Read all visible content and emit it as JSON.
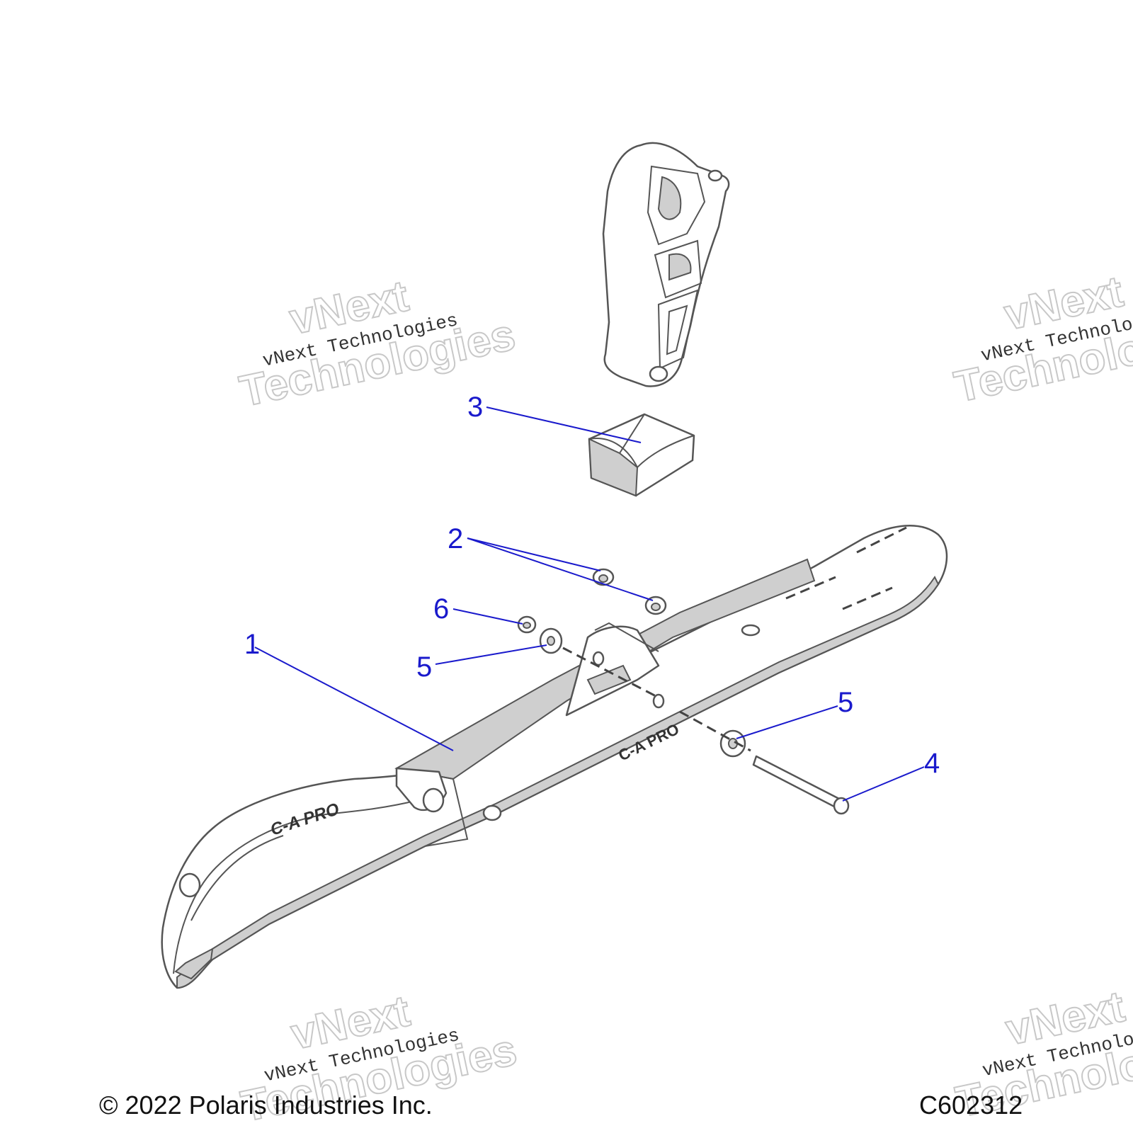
{
  "callouts": {
    "c1": "1",
    "c2": "2",
    "c3": "3",
    "c4": "4",
    "c5a": "5",
    "c5b": "5",
    "c6": "6"
  },
  "ski_label": "C-A PRO",
  "watermark": {
    "large": [
      "vNext",
      "Technologies"
    ],
    "small": "vNext Technologies"
  },
  "footer": {
    "copyright": "© 2022 Polaris Industries Inc.",
    "figure_id": "C602312"
  },
  "colors": {
    "callout": "#1a1acc",
    "line": "#555555",
    "shade": "#cfcfcf"
  }
}
